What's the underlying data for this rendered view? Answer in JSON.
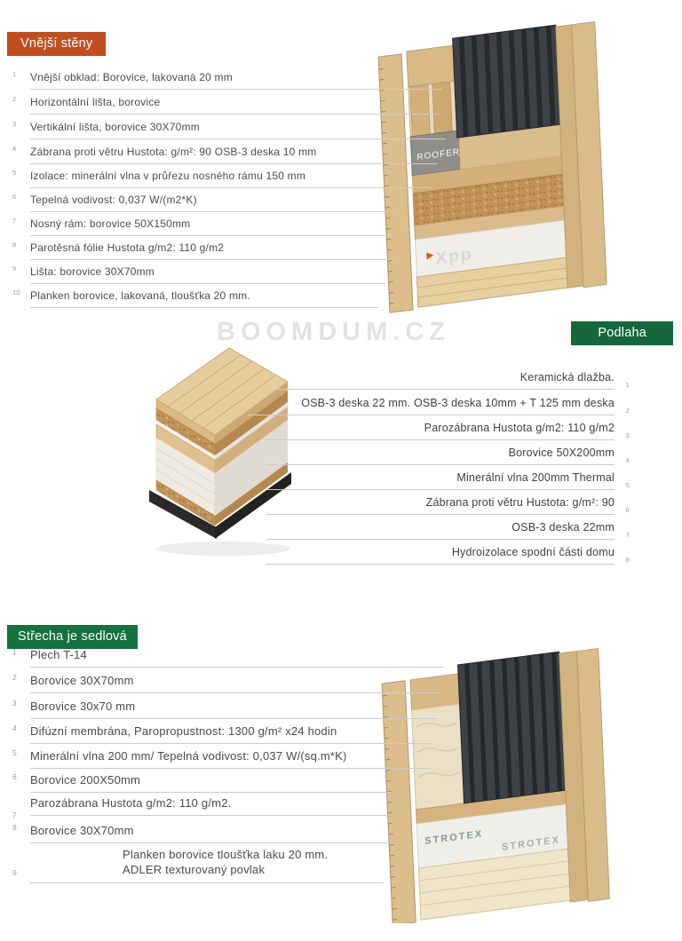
{
  "watermark": "BOOMDUM.CZ",
  "colors": {
    "walls_badge": "#C04E1E",
    "floor_badge": "#14683A",
    "roof_badge": "#15713E"
  },
  "sections": {
    "walls": {
      "title": "Vnější stěny",
      "items": [
        {
          "num": "1",
          "text": "Vnější obklad: Borovice, lakovaná 20 mm"
        },
        {
          "num": "2",
          "text": "Horizontální lišta, borovice"
        },
        {
          "num": "3",
          "text": "Vertikální lišta, borovice 30X70mm"
        },
        {
          "num": "4",
          "text": "Zábrana proti větru Hustota: g/m²: 90 OSB-3 deska 10 mm"
        },
        {
          "num": "5",
          "text": "Izolace: minerální vlna v průřezu nosného rámu 150 mm"
        },
        {
          "num": "6",
          "text": "Tepelná vodivost: 0,037 W/(m2*K)"
        },
        {
          "num": "7",
          "text": "Nosný rám: borovice 50X150mm"
        },
        {
          "num": "8",
          "text": "Parotěsná fólie Hustota g/m2: 110 g/m2"
        },
        {
          "num": "9",
          "text": "Lišta: borovice 30X70mm"
        },
        {
          "num": "10",
          "text": "Planken borovice, lakovaná, tloušťka 20 mm."
        }
      ],
      "illustration_labels": {
        "board": "ROOFER",
        "wrap": "Xpp"
      }
    },
    "floor": {
      "title": "Podlaha",
      "items": [
        {
          "num": "1",
          "text": "Keramická dlažba."
        },
        {
          "num": "2",
          "text": "OSB-3 deska 22 mm. OSB-3 deska 10mm + T 125 mm deska"
        },
        {
          "num": "3",
          "text": "Parozábrana Hustota g/m2: 110 g/m2"
        },
        {
          "num": "4",
          "text": "Borovice 50X200mm"
        },
        {
          "num": "5",
          "text": "Minerální vlna 200mm Thermal"
        },
        {
          "num": "6",
          "text": "Zábrana proti větru Hustota: g/m²: 90"
        },
        {
          "num": "7",
          "text": "OSB-3 deska 22mm"
        },
        {
          "num": "8",
          "text": "Hydroizolace spodní části domu"
        }
      ]
    },
    "roof": {
      "title": "Střecha je sedlová",
      "items": [
        {
          "num": "1",
          "text": "Plech T-14"
        },
        {
          "num": "2",
          "text": "Borovice  30X70mm"
        },
        {
          "num": "3",
          "text": "Borovice 30x70 mm"
        },
        {
          "num": "4",
          "text": "Difúzní membrána, Paropropustnost: 1300 g/m² x24 hodin"
        },
        {
          "num": "5",
          "text": "Minerální vlna 200 mm/ Tepelná vodivost: 0,037 W/(sq.m*K)"
        },
        {
          "num": "6",
          "text": "Borovice 200X50mm"
        },
        {
          "num": "7",
          "text": "Parozábrana Hustota g/m2: 110 g/m2."
        },
        {
          "num": "8",
          "text": "Borovice 30X70mm"
        },
        {
          "num": "9",
          "text": "Planken borovice tloušťka laku 20 mm.",
          "text2": "ADLER texturovaný povlak"
        }
      ],
      "illustration_labels": {
        "wrap": "STROTEX"
      }
    }
  }
}
